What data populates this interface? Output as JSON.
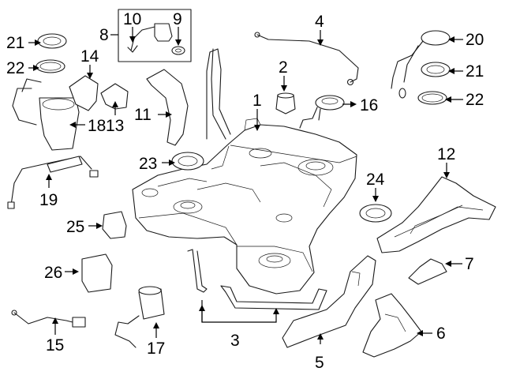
{
  "callouts": [
    {
      "id": "1",
      "text": "1"
    },
    {
      "id": "2",
      "text": "2"
    },
    {
      "id": "3",
      "text": "3"
    },
    {
      "id": "4",
      "text": "4"
    },
    {
      "id": "5",
      "text": "5"
    },
    {
      "id": "6",
      "text": "6"
    },
    {
      "id": "7",
      "text": "7"
    },
    {
      "id": "8",
      "text": "8"
    },
    {
      "id": "9",
      "text": "9"
    },
    {
      "id": "10",
      "text": "10"
    },
    {
      "id": "11",
      "text": "11"
    },
    {
      "id": "12",
      "text": "12"
    },
    {
      "id": "13",
      "text": "13"
    },
    {
      "id": "14",
      "text": "14"
    },
    {
      "id": "15",
      "text": "15"
    },
    {
      "id": "16",
      "text": "16"
    },
    {
      "id": "17",
      "text": "17"
    },
    {
      "id": "18",
      "text": "18"
    },
    {
      "id": "19",
      "text": "19"
    },
    {
      "id": "20",
      "text": "20"
    },
    {
      "id": "21a",
      "text": "21"
    },
    {
      "id": "21b",
      "text": "21"
    },
    {
      "id": "22a",
      "text": "22"
    },
    {
      "id": "22b",
      "text": "22"
    },
    {
      "id": "23",
      "text": "23"
    },
    {
      "id": "24",
      "text": "24"
    },
    {
      "id": "25",
      "text": "25"
    },
    {
      "id": "26",
      "text": "26"
    }
  ]
}
